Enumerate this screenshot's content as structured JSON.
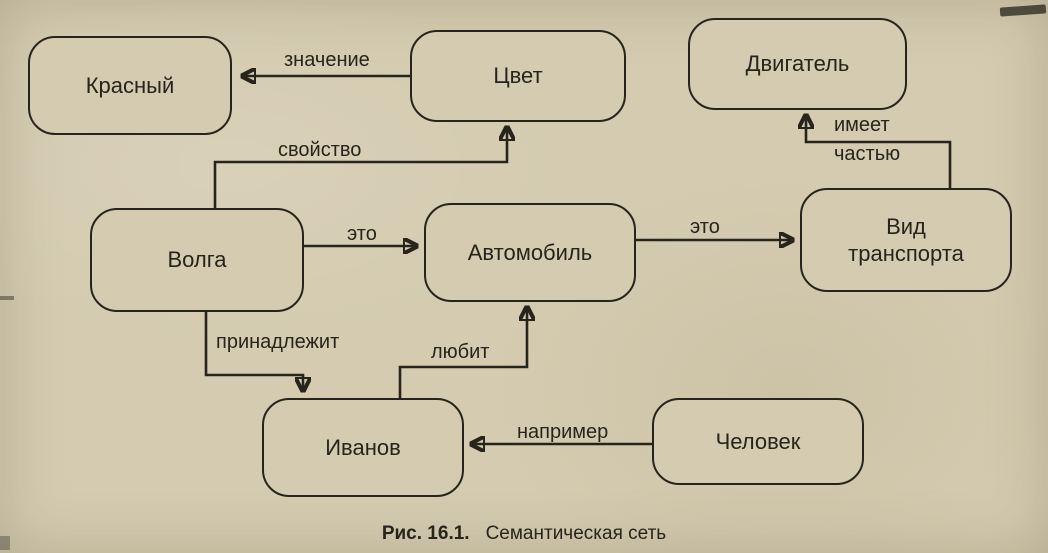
{
  "figure": {
    "caption_number": "Рис. 16.1.",
    "caption_title": "Семантическая сеть"
  },
  "colors": {
    "paper": "#d4cbb0",
    "ink": "#26241b"
  },
  "nodes": {
    "krasny": {
      "label": "Красный"
    },
    "tsvet": {
      "label": "Цвет"
    },
    "dvigatel": {
      "label": "Двигатель"
    },
    "volga": {
      "label": "Волга"
    },
    "avtomobil": {
      "label": "Автомобиль"
    },
    "vid_transporta": {
      "label": "Вид\nтранспорта"
    },
    "ivanov": {
      "label": "Иванов"
    },
    "chelovek": {
      "label": "Человек"
    }
  },
  "edges": {
    "znachenie": {
      "label": "значение",
      "from": "Цвет",
      "to": "Красный"
    },
    "svoystvo": {
      "label": "свойство",
      "from": "Волга",
      "to": "Цвет"
    },
    "eto1": {
      "label": "это",
      "from": "Волга",
      "to": "Автомобиль"
    },
    "eto2": {
      "label": "это",
      "from": "Автомобиль",
      "to": "Вид транспорта"
    },
    "imeet_chastyu": {
      "label": "имеет\nчастью",
      "from": "Вид транспорта",
      "to": "Двигатель"
    },
    "prinadlezhit": {
      "label": "принадлежит",
      "from": "Волга",
      "to": "Иванов"
    },
    "lyubit": {
      "label": "любит",
      "from": "Иванов",
      "to": "Автомобиль"
    },
    "naprimer": {
      "label": "например",
      "from": "Человек",
      "to": "Иванов"
    }
  }
}
